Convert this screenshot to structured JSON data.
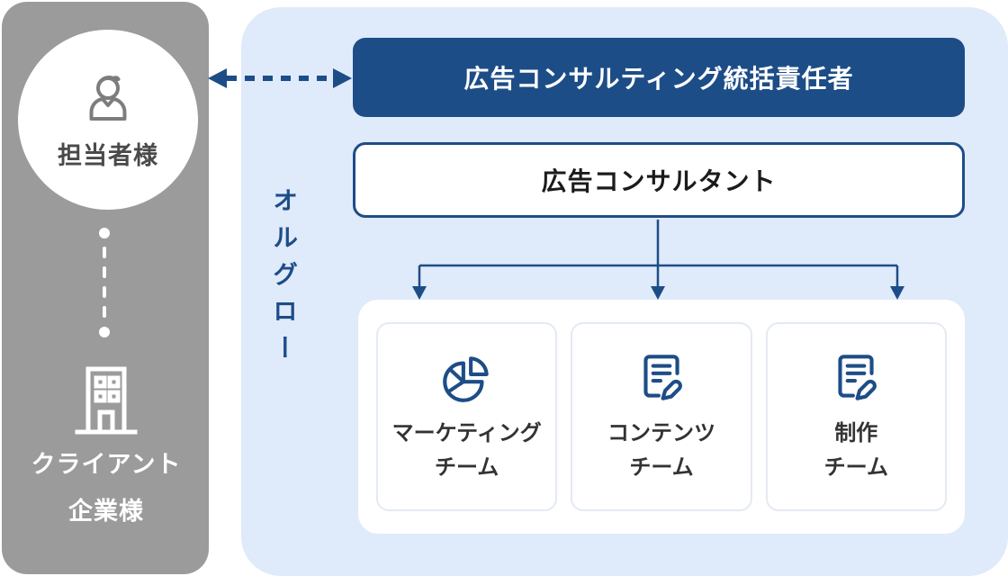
{
  "client_panel": {
    "contact_label": "担当者様",
    "company_line1": "クライアント",
    "company_line2": "企業様"
  },
  "agency_panel": {
    "vertical_label": "オルグロー"
  },
  "org": {
    "director_label": "広告コンサルティング統括責任者",
    "consultant_label": "広告コンサルタント",
    "teams": [
      {
        "line1": "マーケティング",
        "line2": "チーム",
        "icon": "pie-chart-icon"
      },
      {
        "line1": "コンテンツ",
        "line2": "チーム",
        "icon": "document-edit-icon"
      },
      {
        "line1": "制作",
        "line2": "チーム",
        "icon": "document-edit-icon"
      }
    ]
  },
  "colors": {
    "accent_dark_blue": "#1d4d87",
    "panel_light_blue": "#dfeafa",
    "panel_gray": "#9b9b9b",
    "card_border": "#e4eaf3"
  }
}
